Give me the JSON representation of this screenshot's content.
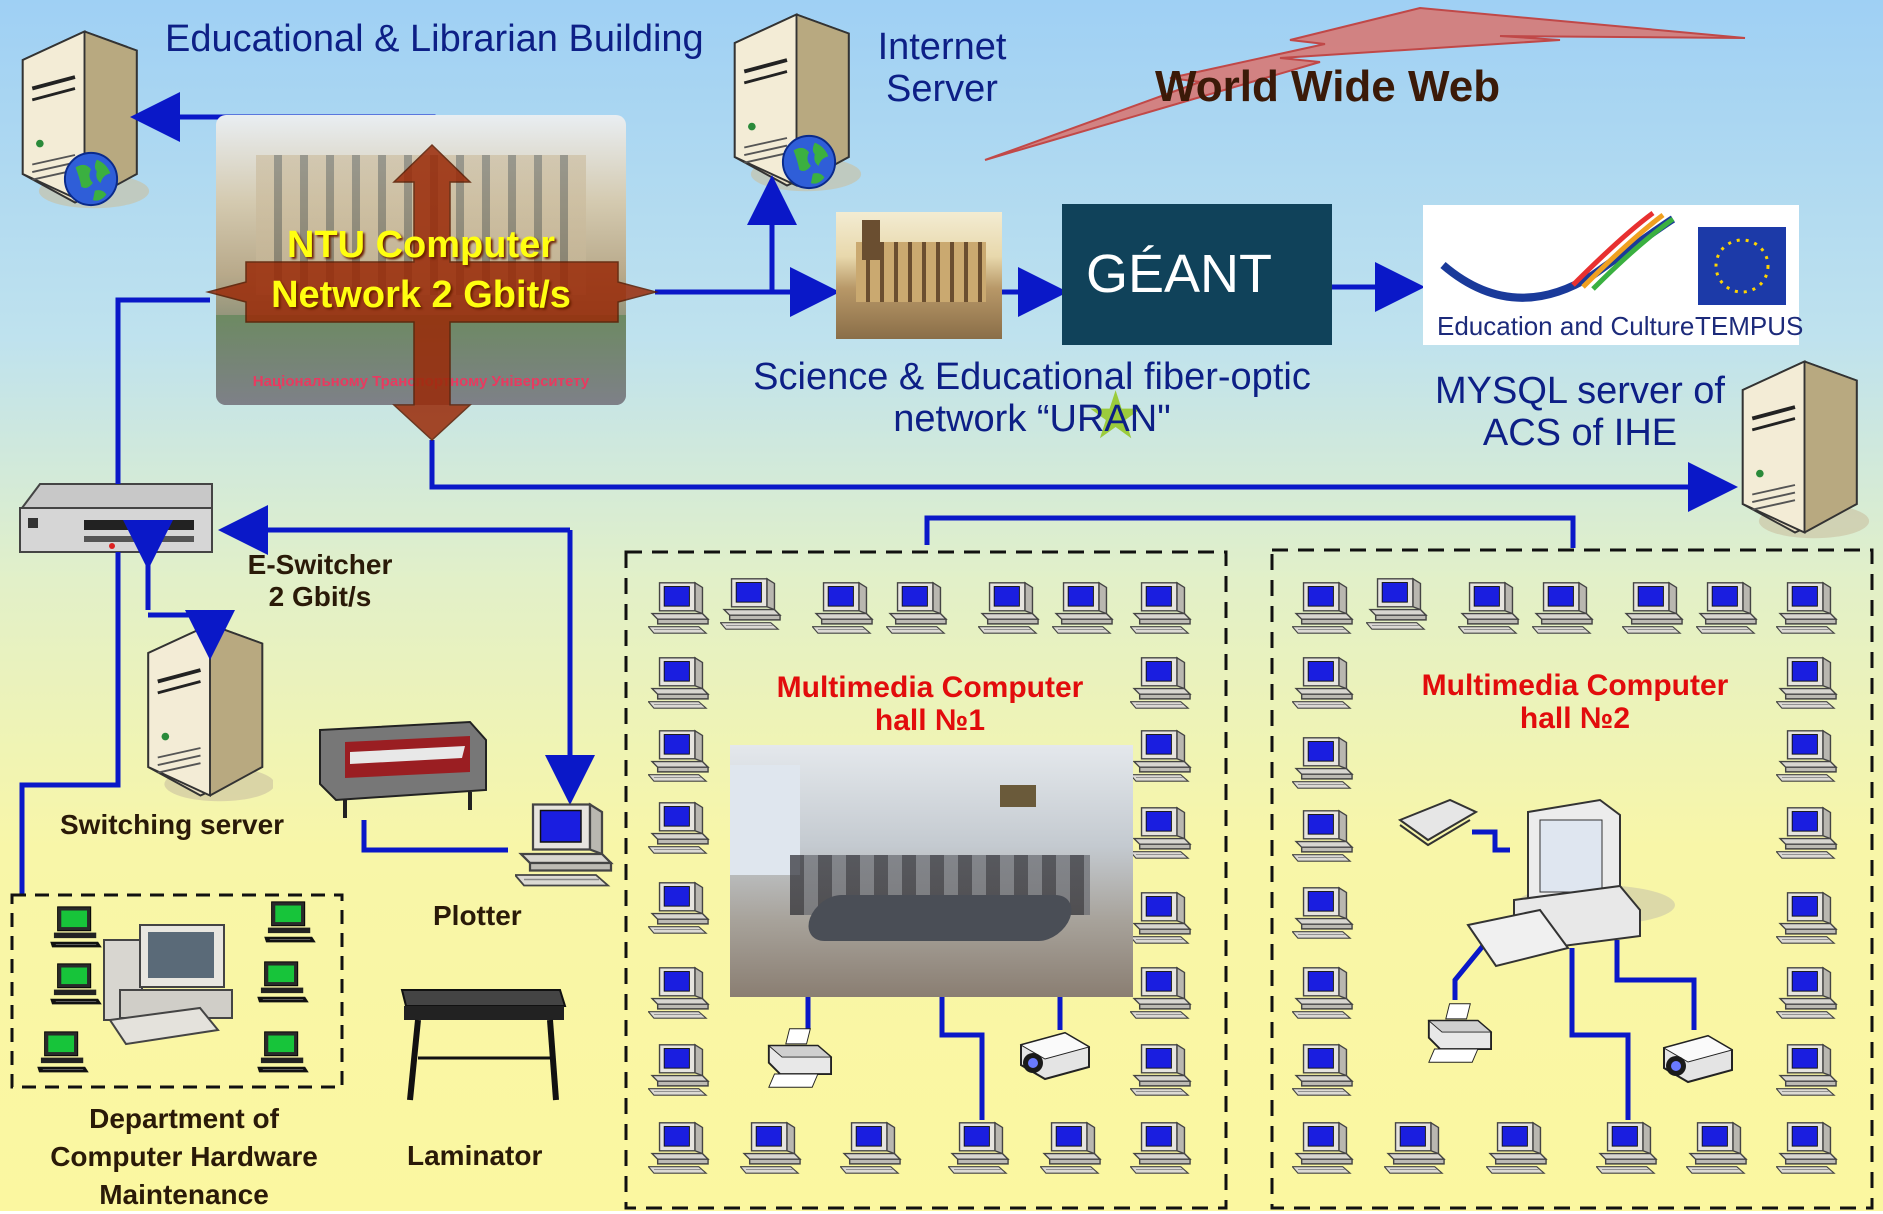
{
  "labels": {
    "educational_building": "Educational & Librarian Building",
    "internet_server": "Internet Server",
    "www": "World Wide Web",
    "ntu_network": "NTU Computer Network  2 Gbit/s",
    "ntu_photo_caption": "Національному Транспортному Університету",
    "uran": "Science & Educational fiber-optic network “URAN\"",
    "geant": "GÉANT",
    "tempus_left": "Education and Culture",
    "tempus_right": "TEMPUS",
    "mysql": "MYSQL server of ACS of IHE",
    "eswitcher": "E-Switcher 2 Gbit/s",
    "switching_server": "Switching server",
    "plotter": "Plotter",
    "laminator": "Laminator",
    "department": "Department of Computer Hardware Maintenance",
    "hall1": "Multimedia Computer hall №1",
    "hall2": "Multimedia Computer hall №2"
  },
  "colors": {
    "link": "#0a18c8",
    "hall_title": "#e20c0c",
    "label_text": "#0d1f86",
    "ntu_text": "#ffff10",
    "www_lightning": "#d77a76"
  }
}
